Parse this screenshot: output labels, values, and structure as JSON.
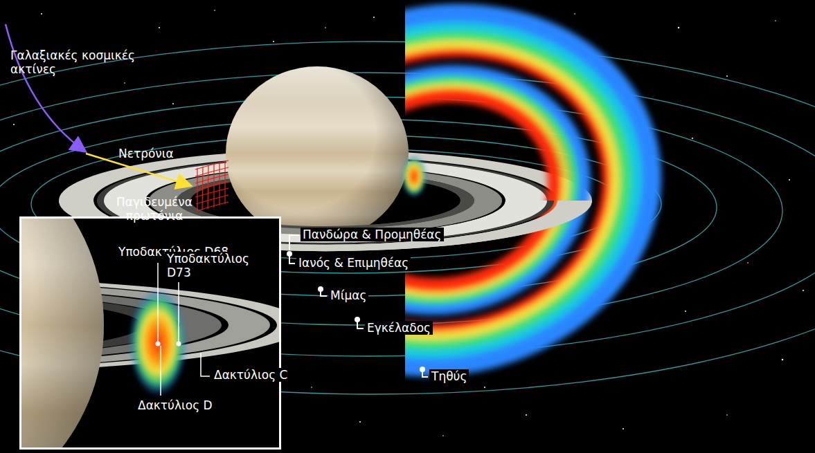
{
  "diagram": {
    "labels": [
      "Γαλαξιακές κοσμικές ακτίνες",
      "Νετρόνια",
      "Παγιδευμένα πρωτόνια",
      "Πανδώρα & Προμηθέας",
      "Ιανός & Επιμηθέας",
      "Μίμας",
      "Εγκέλαδος",
      "Τηθύς",
      "Υποδακτύλιος D68",
      "Υποδακτύλιος D73",
      "Δακτύλιος C",
      "Δακτύλιος D"
    ]
  }
}
